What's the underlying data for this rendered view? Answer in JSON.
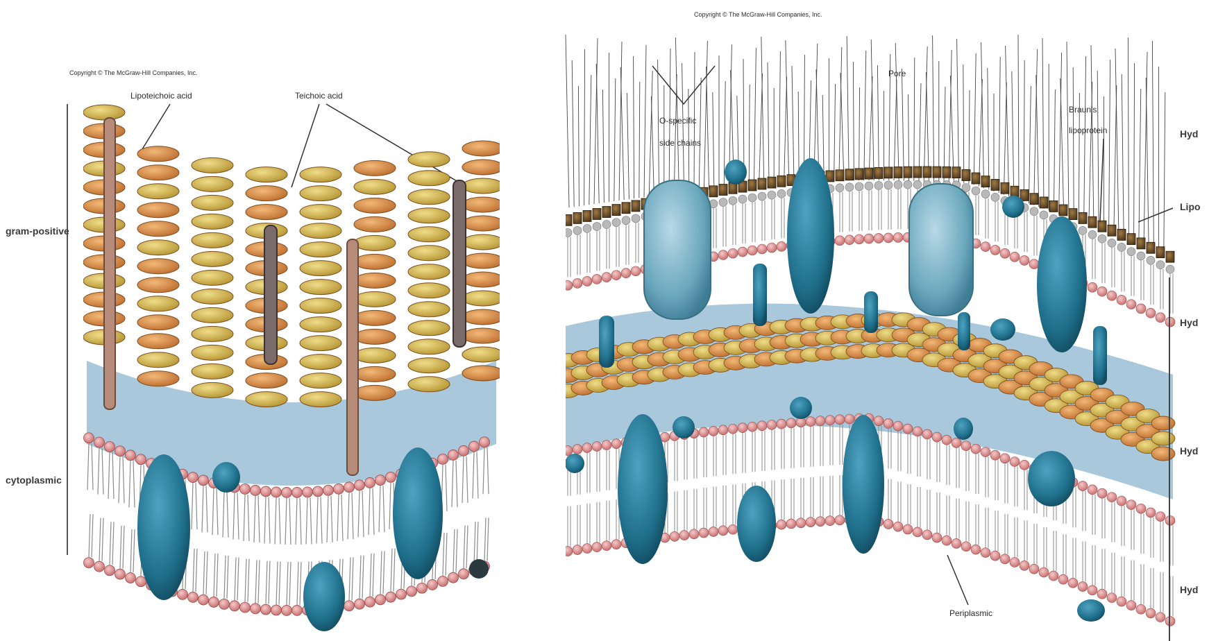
{
  "left_panel": {
    "copyright": "Copyright © The McGraw-Hill Companies, Inc.",
    "labels": {
      "lipoteichoic": "Lipoteichoic acid",
      "teichoic": "Teichoic acid"
    },
    "side_labels": {
      "top": "gram-positive",
      "bottom": "cytoplasmic"
    }
  },
  "right_panel": {
    "copyright": "Copyright © The McGraw-Hill Companies, Inc.",
    "labels": {
      "o_specific": [
        "O-specific",
        "side chains"
      ],
      "pore": "Pore",
      "brauns": [
        "Braun's",
        "lipoprotein"
      ],
      "periplasmic": "Periplasmic"
    },
    "side_labels": {
      "top": "Hyd",
      "lipo": "Lipo",
      "mid1": "Hyd",
      "mid2": "Hyd",
      "bottom": "Hyd"
    }
  },
  "colors": {
    "protein": "#1f6f8b",
    "protein_light": "#6aa7bd",
    "head": "#d98c8c",
    "peptidoglycan_orange": "#d7893c",
    "peptidoglycan_yellow": "#d7b74a",
    "periplasm": "#a9c8dc",
    "lps_core": "#5a4020"
  }
}
